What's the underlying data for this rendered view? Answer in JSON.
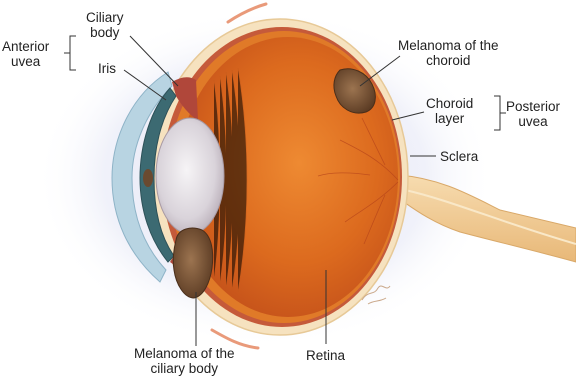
{
  "labels": {
    "ciliary_body": [
      "Ciliary",
      "body"
    ],
    "anterior_uvea": [
      "Anterior",
      "uvea"
    ],
    "iris": "Iris",
    "melanoma_choroid": [
      "Melanoma of the",
      "choroid"
    ],
    "choroid_layer": [
      "Choroid",
      "layer"
    ],
    "posterior_uvea": [
      "Posterior",
      "uvea"
    ],
    "sclera": "Sclera",
    "melanoma_ciliary": [
      "Melanoma of the",
      "ciliary body"
    ],
    "retina": "Retina"
  },
  "colors": {
    "background": "#ffffff",
    "halo": "#d9dcf2",
    "sclera": "#f6e2bf",
    "choroid": "#c55a3a",
    "retina": "#e07a28",
    "vitreous": "#d8641c",
    "lens": "#e4e0e6",
    "cornea": "#b8d4e2",
    "tumor": "#7a5535",
    "optic_nerve": "#f2cf9a",
    "leader_line": "#333333"
  }
}
